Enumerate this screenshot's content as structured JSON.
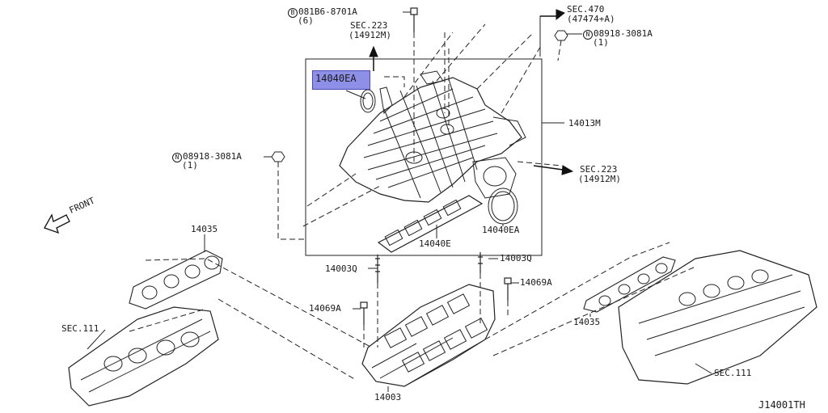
{
  "diagram": {
    "id": "J14001TH",
    "front_label": "FRONT",
    "highlight_part": "14040EA",
    "labels": {
      "bolt_081b6": {
        "symbol": "B",
        "part": "081B6-8701A",
        "qty": "(6)"
      },
      "sec223_top": {
        "line1": "SEC.223",
        "line2": "(14912M)"
      },
      "sec470": {
        "line1": "SEC.470",
        "line2": "(47474+A)"
      },
      "nut_right": {
        "symbol": "N",
        "part": "08918-3081A",
        "qty": "(1)"
      },
      "nut_left": {
        "symbol": "N",
        "part": "08918-3081A",
        "qty": "(1)"
      },
      "p14013M": "14013M",
      "sec223_right": {
        "line1": "SEC.223",
        "line2": "(14912M)"
      },
      "p14040EA_gasket": "14040EA",
      "p14040E": "14040E",
      "p14035_left": "14035",
      "p14035_right": "14035",
      "p14003Q_left": "14003Q",
      "p14003Q_right": "14003Q",
      "p14069A_left": "14069A",
      "p14069A_right": "14069A",
      "sec111_left": "SEC.111",
      "sec111_right": "SEC.111",
      "p14003": "14003"
    }
  }
}
